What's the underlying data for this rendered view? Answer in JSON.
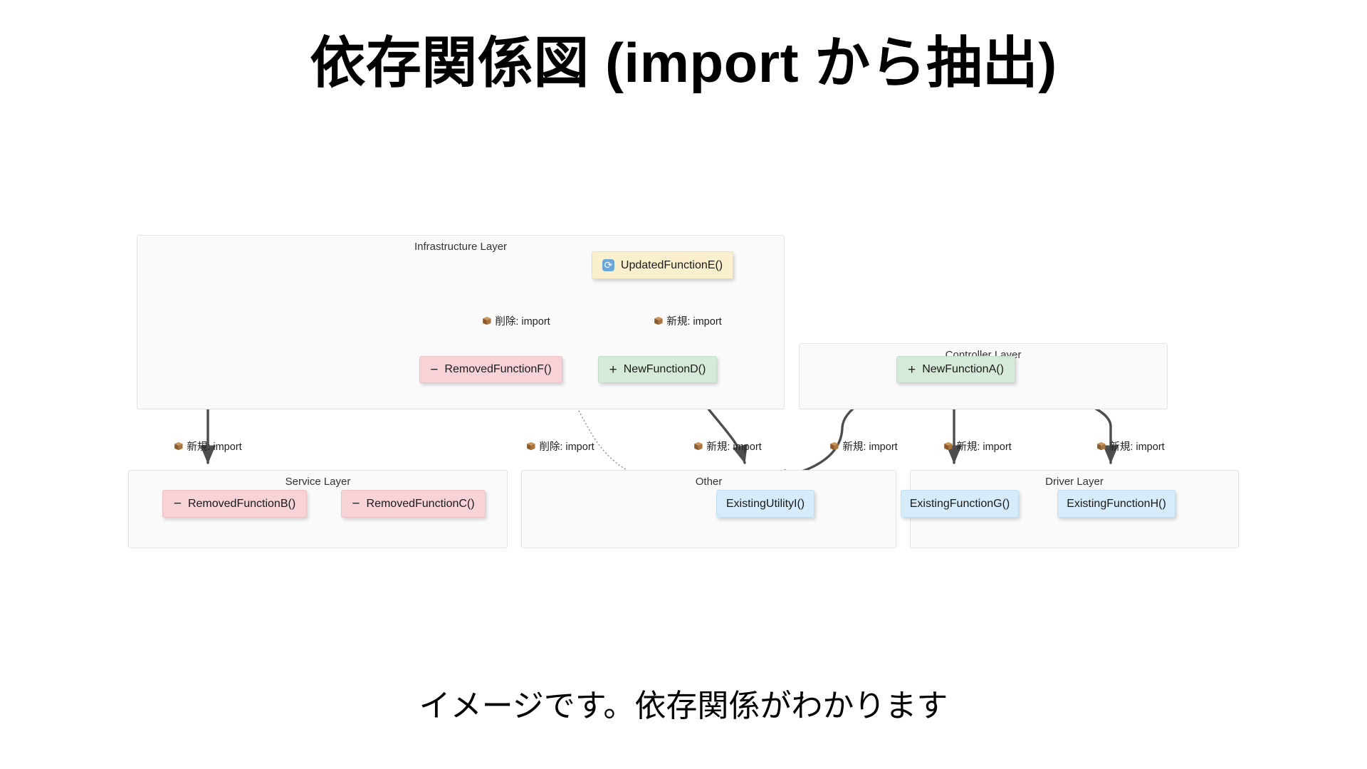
{
  "slide": {
    "title": "依存関係図 (import から抽出)",
    "caption": "イメージです。依存関係がわかります"
  },
  "diagram": {
    "clusters": [
      {
        "id": "infrastructure",
        "label": "Infrastructure Layer"
      },
      {
        "id": "controller",
        "label": "Controller Layer"
      },
      {
        "id": "service",
        "label": "Service Layer"
      },
      {
        "id": "other",
        "label": "Other"
      },
      {
        "id": "driver",
        "label": "Driver Layer"
      }
    ],
    "nodes": [
      {
        "id": "updatedE",
        "label": "UpdatedFunctionE()",
        "sign": "",
        "status": "updated",
        "icon": "sync-icon"
      },
      {
        "id": "removedF",
        "label": "RemovedFunctionF()",
        "sign": "−",
        "status": "removed",
        "icon": ""
      },
      {
        "id": "newD",
        "label": "NewFunctionD()",
        "sign": "+",
        "status": "added",
        "icon": ""
      },
      {
        "id": "newA",
        "label": "NewFunctionA()",
        "sign": "+",
        "status": "added",
        "icon": ""
      },
      {
        "id": "removedB",
        "label": "RemovedFunctionB()",
        "sign": "−",
        "status": "removed",
        "icon": ""
      },
      {
        "id": "removedC",
        "label": "RemovedFunctionC()",
        "sign": "−",
        "status": "removed",
        "icon": ""
      },
      {
        "id": "utilityI",
        "label": "ExistingUtilityI()",
        "sign": "",
        "status": "existing",
        "icon": ""
      },
      {
        "id": "existingG",
        "label": "ExistingFunctionG()",
        "sign": "",
        "status": "existing",
        "icon": ""
      },
      {
        "id": "existingH",
        "label": "ExistingFunctionH()",
        "sign": "",
        "status": "existing",
        "icon": ""
      }
    ],
    "edge_labels": [
      {
        "id": "e1",
        "text": "削除: import",
        "icon": "package-icon"
      },
      {
        "id": "e2",
        "text": "新規: import",
        "icon": "package-icon"
      },
      {
        "id": "e3",
        "text": "新規: import",
        "icon": "package-icon"
      },
      {
        "id": "e4",
        "text": "削除: import",
        "icon": "package-icon"
      },
      {
        "id": "e5",
        "text": "新規: import",
        "icon": "package-icon"
      },
      {
        "id": "e6",
        "text": "新規: import",
        "icon": "package-icon"
      },
      {
        "id": "e7",
        "text": "新規: import",
        "icon": "package-icon"
      },
      {
        "id": "e8",
        "text": "新規: import",
        "icon": "package-icon"
      }
    ],
    "colors": {
      "added": "#d5ead8",
      "removed": "#f7d2d6",
      "updated": "#faf0cd",
      "existing": "#d6ecfa",
      "edge": "#4d4d4d",
      "cluster_bg": "#fafafa",
      "cluster_border": "#e2e2e2"
    }
  }
}
